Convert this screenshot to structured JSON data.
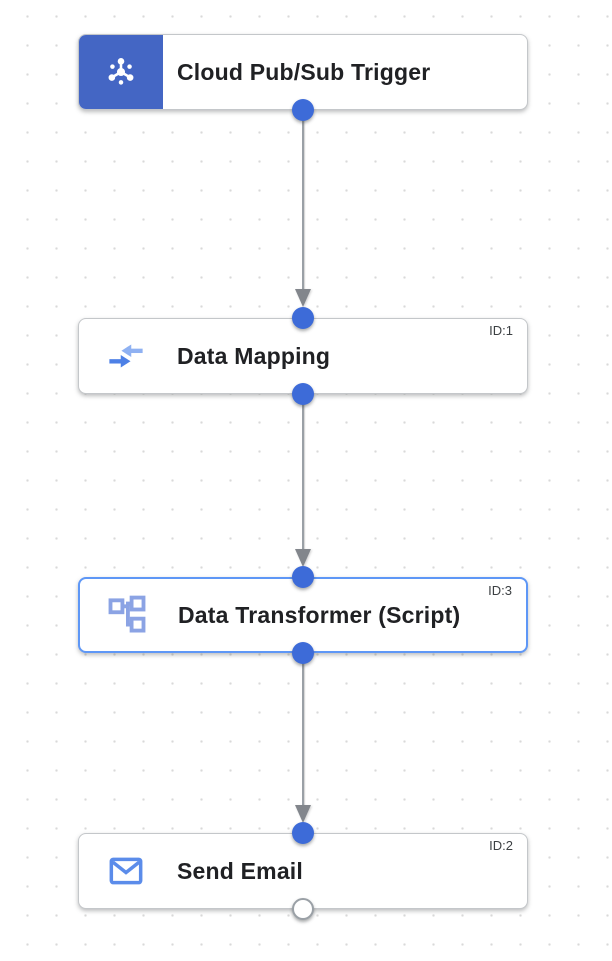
{
  "canvas": {
    "description": "integration workflow editor canvas with dot grid"
  },
  "nodes": [
    {
      "label": "Cloud Pub/Sub Trigger",
      "id_label": "",
      "icon": "cloud-pubsub-icon",
      "kind": "trigger",
      "selected": false
    },
    {
      "label": "Data Mapping",
      "id_label": "ID:1",
      "icon": "data-mapping-icon",
      "kind": "task",
      "selected": false
    },
    {
      "label": "Data Transformer (Script)",
      "id_label": "ID:3",
      "icon": "data-transformer-icon",
      "kind": "task",
      "selected": true
    },
    {
      "label": "Send Email",
      "id_label": "ID:2",
      "icon": "send-email-icon",
      "kind": "task",
      "selected": false
    }
  ],
  "edges": [
    {
      "from": "Cloud Pub/Sub Trigger",
      "to": "Data Mapping"
    },
    {
      "from": "Data Mapping",
      "to": "Data Transformer (Script)"
    },
    {
      "from": "Data Transformer (Script)",
      "to": "Send Email"
    }
  ],
  "colors": {
    "trigger_block_blue": "#4466c4",
    "port_blue": "#3d6bd8",
    "selected_border_blue": "#5e97f6",
    "node_border_gray": "#c4c7ca",
    "edge_line_gray": "#9aa0a6",
    "arrowhead_gray": "#82868c",
    "title_text": "#202124",
    "id_text": "#3c4043",
    "grid_dot_gray": "#d9d9d9",
    "email_icon_blue": "#5b8cea",
    "mapping_arrow_blue": "#4d80e6",
    "mapping_arrow_light_blue": "#8fb1f2",
    "transformer_icon_indigo": "#8ba3e4"
  }
}
